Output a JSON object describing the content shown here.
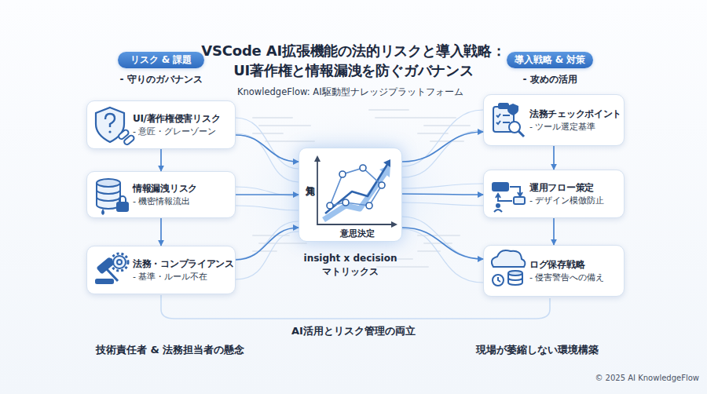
{
  "diagram": {
    "title": "VSCode AI拡張機能の法的リスクと導入戦略： UI著作権と情報漏洩を防ぐガバナンス",
    "nodes": [
      {
        "text": [
          "リスク & 課題",
          "- 守りのガバナンス"
        ]
      },
      {
        "text": [
          "導入戦略 & 対策",
          "- 攻めの活用"
        ]
      },
      {
        "text": [
          "UI/著作権侵害リスク",
          "- 意匠・グレーゾーン"
        ]
      },
      {
        "text": [
          "情報漏洩リスク",
          "- 機密情報流出"
        ]
      },
      {
        "text": [
          "法務・コンプライアンス",
          "- 基準・ルール不在"
        ]
      },
      {
        "text": [
          "知見",
          "意思決定",
          "insight x decision マトリックス"
        ]
      },
      {
        "text": [
          "法務チェックポイント",
          "- ツール選定基準"
        ]
      },
      {
        "text": [
          "運用フロー策定",
          "- デザイン模倣防止"
        ]
      },
      {
        "text": [
          "ログ保存戦略",
          "- 侵害警告への備え"
        ]
      }
    ],
    "edges": [
      {
        "from": 2,
        "to": 3,
        "arrow": "to"
      },
      {
        "from": 3,
        "to": 4,
        "arrow": "to"
      },
      {
        "from": 6,
        "to": 7,
        "arrow": "to"
      },
      {
        "from": 7,
        "to": 8,
        "arrow": "to"
      },
      {
        "from": 2,
        "to": 5,
        "arrow": "to"
      },
      {
        "from": 3,
        "to": 5,
        "arrow": "to"
      },
      {
        "from": 4,
        "to": 5,
        "arrow": "to"
      },
      {
        "from": 5,
        "to": 6,
        "arrow": "to"
      },
      {
        "from": 5,
        "to": 7,
        "arrow": "to"
      },
      {
        "from": 5,
        "to": 8,
        "arrow": "to"
      }
    ],
    "labels": [
      "KnowledgeFlow: AI駆動型ナレッジプラットフォーム",
      "AI活用とリスク管理の両立",
      "技術責任者 & 法務担当者の懸念",
      "現場が萎縮しない環境構築",
      "© 2025 AI KnowledgeFlow"
    ]
  }
}
